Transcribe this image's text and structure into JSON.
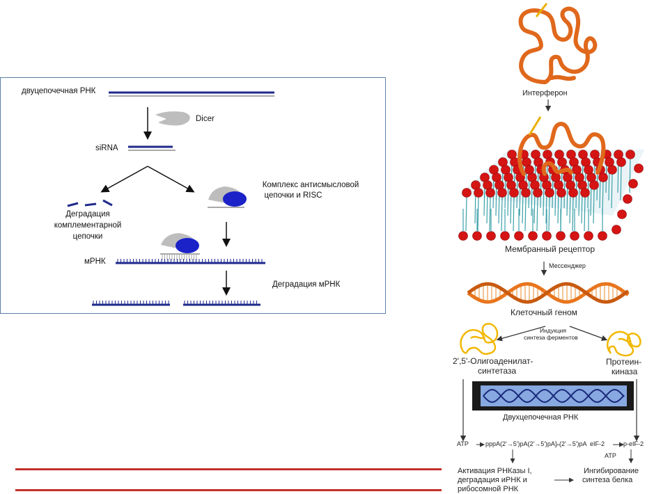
{
  "left_panel": {
    "dsrna_label": "двуцепочечная РНК",
    "dicer_label": "Dicer",
    "sirna_label": "siRNA",
    "degradation_label_1": "Деградация",
    "degradation_label_2": "комплементарной",
    "degradation_label_3": "цепочки",
    "complex_label_1": "Комплекс антисмысловой",
    "complex_label_2": "цепочки и RISC",
    "mrna_label": "мРНК",
    "mrna_degradation_label": "Деградация мРНК"
  },
  "right_panel": {
    "interferon": "Интерферон",
    "membrane_receptor": "Мембранный рецептор",
    "messenger": "Мессенджер",
    "cell_genome": "Клеточный геном",
    "induction_1": "Индукция",
    "induction_2": "синтеза ферментов",
    "oligo_1": "2',5'-Олигоаденилат-",
    "oligo_2": "синтетаза",
    "kinase_1": "Протеин-",
    "kinase_2": "киназа",
    "dsrna": "Двухцепочечная РНК",
    "atp_left": "ATP",
    "formula": "pppA(2'→5')pA(2'→5')pA]ₙ(2'→5')pA",
    "eif_left": "eIF-2",
    "eif_right": "p-eIF-2",
    "atp_right": "ATP",
    "activation_1": "Активация РНКазы I,",
    "activation_2": "деградация иРНК и",
    "activation_3": "рибосомной РНК",
    "inhibition_1": "Ингибирование",
    "inhibition_2": "синтеза белка"
  },
  "colors": {
    "strand_blue": "#1f2a8c",
    "strand_gray": "#a9a9a9",
    "risc_blue": "#1a22c8",
    "interferon_orange": "#e0681c",
    "lipid_red": "#d51414",
    "helix_orange": "#e8751d",
    "enzyme_yellow": "#f2b700",
    "dsrna_box_blue": "#87a8e0",
    "divider_red": "#c4302b"
  }
}
